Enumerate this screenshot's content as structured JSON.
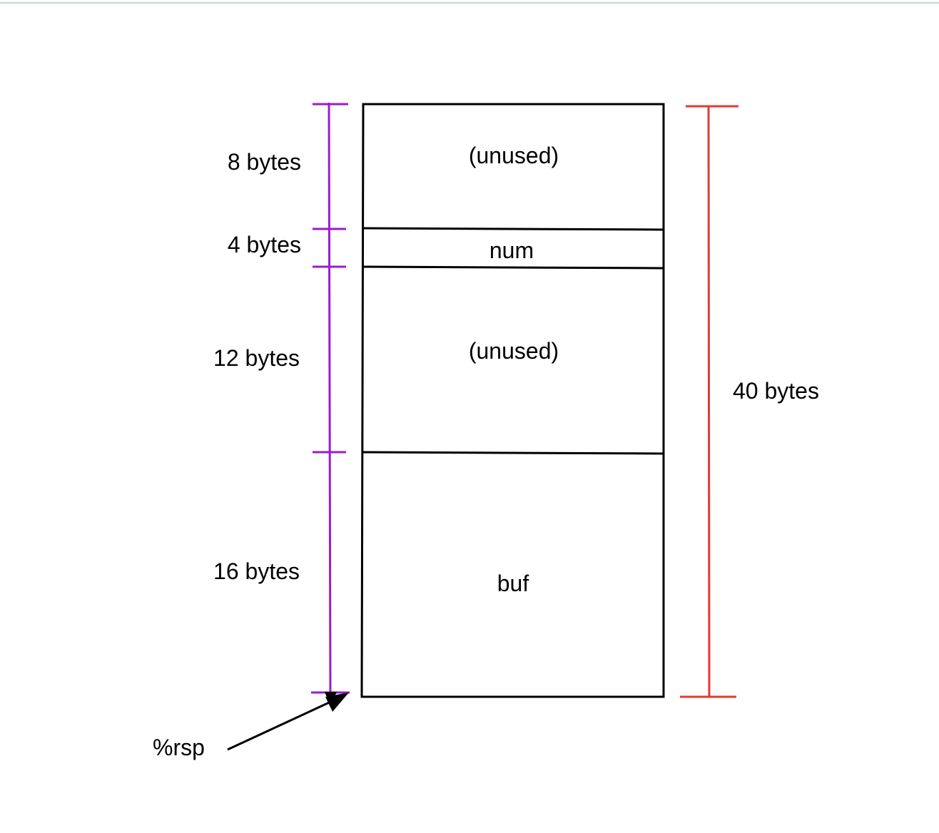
{
  "diagram": {
    "segments": [
      {
        "label": "(unused)",
        "size_label": "8 bytes",
        "bytes": 8
      },
      {
        "label": "num",
        "size_label": "4 bytes",
        "bytes": 4
      },
      {
        "label": "(unused)",
        "size_label": "12 bytes",
        "bytes": 12
      },
      {
        "label": "buf",
        "size_label": "16 bytes",
        "bytes": 16
      }
    ],
    "total_label": "40 bytes",
    "pointer_label": "%rsp",
    "colors": {
      "outline": "#000000",
      "segment_ruler": "#9b1bd1",
      "total_ruler": "#e53a2e"
    }
  }
}
